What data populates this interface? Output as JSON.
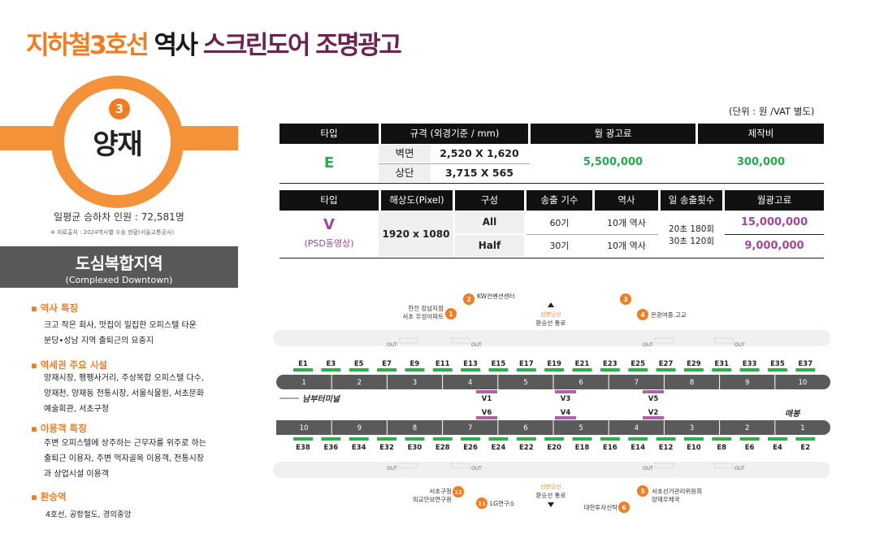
{
  "title": {
    "part1": "지하철3호선",
    "part2": "역사",
    "part3": "스크린도어 조명광고"
  },
  "station": {
    "number": "3",
    "name": "양재",
    "riders": "일평균 승하차 인원 : 72,581명",
    "source": "※ 자료출처 : 2024역사별 수송 현황(서울교통공사)",
    "zone": "도심복합지역",
    "zone_en": "(Complexed Downtown)"
  },
  "sections": [
    {
      "heading": "▪  역사 특징",
      "body": [
        "크고 작은 회사, 맛집이 밀집한 오피스텔 타운",
        "분당•성남 지역 출퇴근의 요충지"
      ]
    },
    {
      "heading": "▪  역세권 주요 시설",
      "body": [
        "양재시장, 펭펭사거리, 주상복합 오피스텔 다수,",
        "양재천, 양재동 전통시장, 서울식물원, 서초문화",
        "예술회관, 서초구청"
      ]
    },
    {
      "heading": "▪  이용객 특징",
      "body": [
        "주변 오피스텔에 상주하는 근무자를 위주로 하는",
        "출퇴근 이용자, 주변 먹자골목 이용객, 전통시장",
        "과 상업시설 이용객"
      ]
    },
    {
      "heading": "▪  환승역",
      "body": [
        "4호선, 공항철도, 경의중앙"
      ]
    }
  ],
  "unit_note": "(단위 : 원 /VAT 별도)",
  "table1": {
    "headers": [
      "타입",
      "규격 (외경기준 / mm)",
      "월 광고료",
      "제작비"
    ],
    "type": "E",
    "rows": [
      {
        "label": "벽면",
        "size": "2,520 X 1,620"
      },
      {
        "label": "상단",
        "size": "3,715 X 565"
      }
    ],
    "fee": "5,500,000",
    "production": "300,000"
  },
  "table2": {
    "headers": [
      "타입",
      "해상도(Pixel)",
      "구성",
      "송출 기수",
      "역사",
      "일 송출횟수",
      "월광고료"
    ],
    "type": "V",
    "type_sub": "(PSD동영상)",
    "resolution": "1920 x 1080",
    "rows": [
      {
        "config": "All",
        "units": "60기",
        "stations": "10개 역사",
        "fee": "15,000,000"
      },
      {
        "config": "Half",
        "units": "30기",
        "stations": "10개 역사",
        "fee": "9,000,000"
      }
    ],
    "daily": [
      "20초 180회",
      "30초 120회"
    ]
  },
  "map": {
    "top_doors": [
      "E1",
      "E3",
      "E5",
      "E7",
      "E9",
      "E11",
      "E13",
      "E15",
      "E17",
      "E19",
      "E21",
      "E23",
      "E25",
      "E27",
      "E29",
      "E31",
      "E33",
      "E35",
      "E37"
    ],
    "bottom_doors": [
      "E38",
      "E36",
      "E34",
      "E32",
      "E30",
      "E28",
      "E26",
      "E24",
      "E22",
      "E20",
      "E18",
      "E16",
      "E14",
      "E12",
      "E10",
      "E8",
      "E6",
      "E4",
      "E2"
    ],
    "top_cars": [
      "1",
      "2",
      "3",
      "4",
      "5",
      "6",
      "7",
      "8",
      "9",
      "10"
    ],
    "bottom_cars": [
      "10",
      "9",
      "8",
      "7",
      "6",
      "5",
      "4",
      "3",
      "2",
      "1"
    ],
    "top_screens": [
      "V1",
      "V3",
      "V5"
    ],
    "bottom_screens": [
      "V6",
      "V4",
      "V2"
    ],
    "dir_left": "남부터미널",
    "dir_right": "매봉",
    "out_label": "OUT",
    "exits_top": [
      {
        "num": "1",
        "text1": "한전 강남지점",
        "text2": "서초 우성아파트"
      },
      {
        "num": "2",
        "text1": "KW컨벤션센터",
        "text2": ""
      },
      {
        "num": "3",
        "text1": "",
        "text2": ""
      },
      {
        "num": "4",
        "text1": "은광여중.고교",
        "text2": ""
      }
    ],
    "transfer_top": {
      "line": "신분당선",
      "text": "환승선 통로"
    },
    "exits_bottom": [
      {
        "num": "12",
        "text1": "서초구청",
        "text2": "외교안보연구원"
      },
      {
        "num": "11",
        "text1": "LG연구소",
        "text2": ""
      },
      {
        "num": "6",
        "text1": "대한투자신탁",
        "text2": ""
      },
      {
        "num": "5",
        "text1": "서초선거관리위원회",
        "text2": "양재우체국"
      }
    ],
    "transfer_bottom": {
      "line": "신분당선",
      "text": "환승선 통로"
    }
  },
  "colors": {
    "orange": "#f47b20",
    "purple": "#6b2452",
    "green": "#1fae4b",
    "pink": "#a3479a",
    "door_green": "#2bb34a",
    "screen_purple": "#b260a8"
  }
}
